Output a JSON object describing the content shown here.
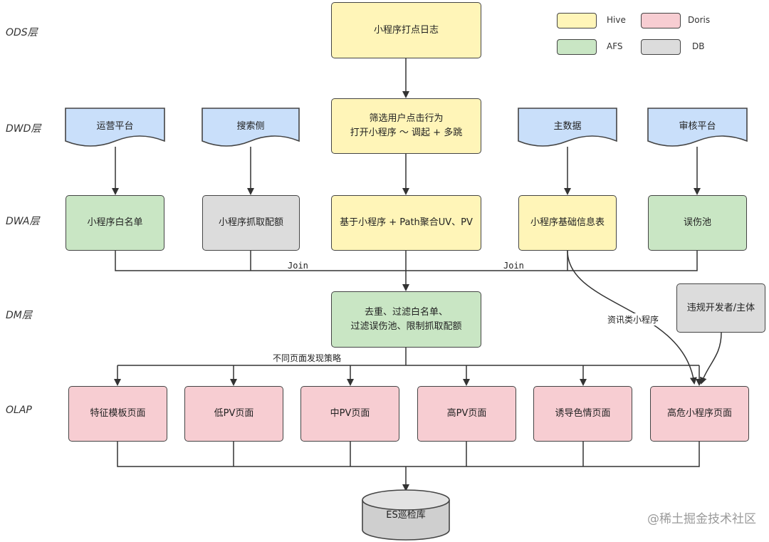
{
  "layers": [
    "ODS层",
    "DWD层",
    "DWA层",
    "DM层",
    "OLAP"
  ],
  "legend": [
    {
      "label": "Hive",
      "color": "#fff5b8"
    },
    {
      "label": "Doris",
      "color": "#f7cdd2"
    },
    {
      "label": "AFS",
      "color": "#c9e6c4"
    },
    {
      "label": "DB",
      "color": "#dcdcdc"
    }
  ],
  "nodes": {
    "ods_log": "小程序打点日志",
    "dwd_filter": "筛选用户点击行为\n打开小程序 ～ 调起 + 多跳",
    "src_ops": "运营平台",
    "src_search": "搜索侧",
    "src_master": "主数据",
    "src_audit": "审核平台",
    "dwa_whitelist": "小程序白名单",
    "dwa_quota": "小程序抓取配额",
    "dwa_agg": "基于小程序 + Path聚合UV、PV",
    "dwa_info": "小程序基础信息表",
    "dwa_fp": "误伤池",
    "dm_dedup": "去重、过滤白名单、\n过滤误伤池、限制抓取配额",
    "violator": "违规开发者/主体",
    "olap_template": "特征模板页面",
    "olap_low": "低PV页面",
    "olap_mid": "中PV页面",
    "olap_high": "高PV页面",
    "olap_porn": "诱导色情页面",
    "olap_risk": "高危小程序页面",
    "es": "ES巡检库"
  },
  "edge_labels": {
    "join_left": "Join",
    "join_right": "Join",
    "news": "资讯类小程序",
    "strategy": "不同页面发现策略"
  },
  "watermark": "@稀土掘金技术社区"
}
